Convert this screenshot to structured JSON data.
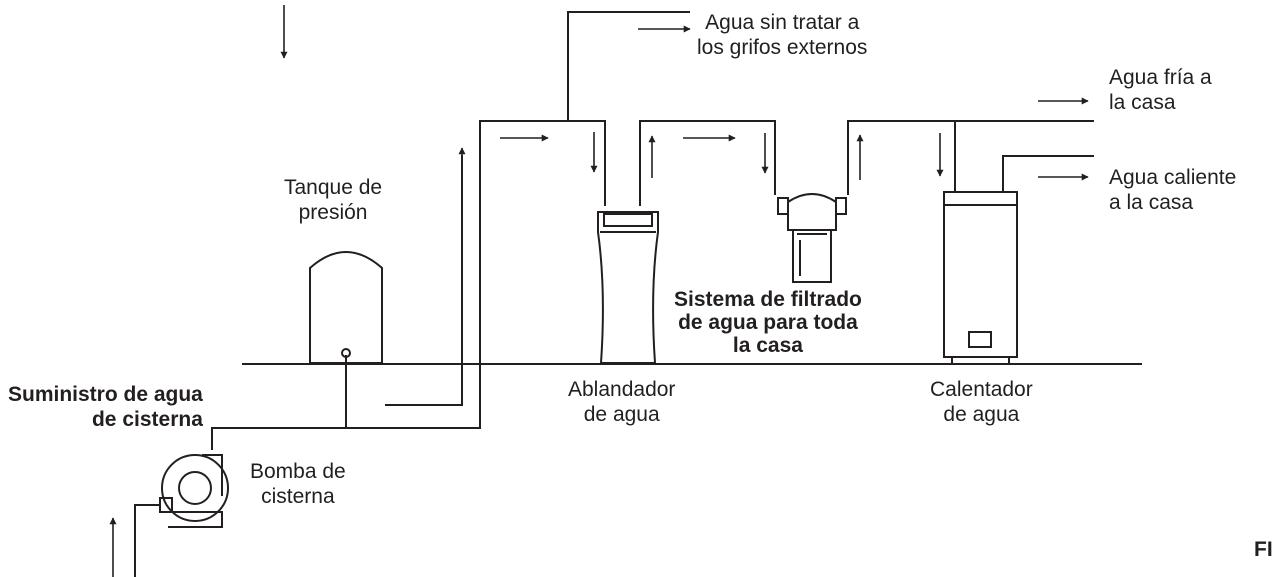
{
  "colors": {
    "line": "#231f20",
    "background": "#ffffff"
  },
  "labels": {
    "untreated": [
      "Agua sin tratar a",
      "los grifos externos"
    ],
    "cold": [
      "Agua fría a",
      "la casa"
    ],
    "hot": [
      "Agua caliente",
      "a la casa"
    ],
    "pressure_tank": [
      "Tanque de",
      "presión"
    ],
    "filter_system": [
      "Sistema de filtrado",
      "de agua para toda",
      "la casa"
    ],
    "supply": [
      "Suministro de agua",
      "de cisterna"
    ],
    "pump": [
      "Bomba de",
      "cisterna"
    ],
    "softener": [
      "Ablandador",
      "de agua"
    ],
    "heater": [
      "Calentador",
      "de agua"
    ],
    "figure_mark": "FI"
  }
}
